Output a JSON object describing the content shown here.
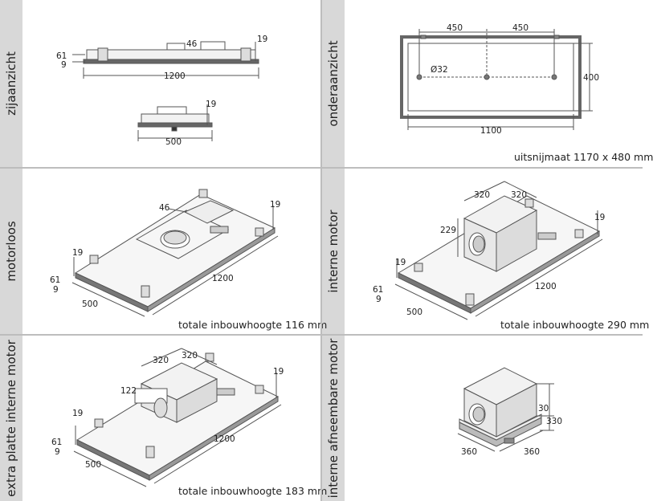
{
  "panels": [
    {
      "id": "top-left",
      "label": "zijaanzicht",
      "caption": ""
    },
    {
      "id": "top-right",
      "label": "onderaanzicht",
      "caption": "uitsnijmaat 1170 x 480 mm"
    },
    {
      "id": "mid-left",
      "label": "motorloos",
      "caption": "totale inbouwhoogte 116 mm"
    },
    {
      "id": "mid-right",
      "label": "interne motor",
      "caption": "totale inbouwhoogte 290 mm"
    },
    {
      "id": "bot-left",
      "label": "extra platte interne motor",
      "caption": "totale inbouwhoogte 183 mm"
    },
    {
      "id": "bot-right",
      "label": "interne afneembare motor",
      "caption": ""
    }
  ],
  "dims": {
    "side": {
      "d46": "46",
      "d19": "19",
      "d61": "61",
      "d9": "9",
      "d1200": "1200",
      "d19b": "19",
      "d500": "500"
    },
    "bottom": {
      "d450a": "450",
      "d450b": "450",
      "dia": "Ø32",
      "d400": "400",
      "d1100": "1100"
    },
    "motorloos": {
      "d46": "46",
      "d19a": "19",
      "d19b": "19",
      "d61": "61",
      "d9": "9",
      "d1200": "1200",
      "d500": "500"
    },
    "interne": {
      "d320a": "320",
      "d320b": "320",
      "d229": "229",
      "d19a": "19",
      "d19b": "19",
      "d61": "61",
      "d9": "9",
      "d1200": "1200",
      "d500": "500"
    },
    "plat": {
      "d320a": "320",
      "d320b": "320",
      "d122": "122",
      "d19a": "19",
      "d19b": "19",
      "d61": "61",
      "d9": "9",
      "d1200": "1200",
      "d500": "500"
    },
    "afneem": {
      "d30": "30",
      "d330": "330",
      "d360a": "360",
      "d360b": "360"
    }
  }
}
